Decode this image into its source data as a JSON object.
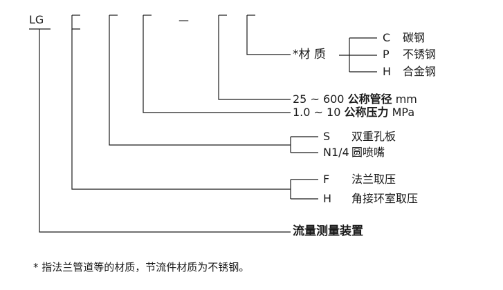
{
  "code": {
    "prefix": "LG",
    "dash": "—"
  },
  "material": {
    "label": "*材 质",
    "options": [
      {
        "code": "C",
        "name": "碳钢"
      },
      {
        "code": "P",
        "name": "不锈钢"
      },
      {
        "code": "H",
        "name": "合金钢"
      }
    ]
  },
  "diameter": {
    "range": "25 ~ 600",
    "label": "公称管径",
    "unit": "mm"
  },
  "pressure": {
    "range": "1.0 ~ 10",
    "label": "公称压力",
    "unit": "MPa"
  },
  "type": {
    "options": [
      {
        "code": "S",
        "name": "双重孔板"
      },
      {
        "code": "N1/4",
        "name": "圆喷嘴"
      }
    ]
  },
  "tapping": {
    "options": [
      {
        "code": "F",
        "name": "法兰取压"
      },
      {
        "code": "H",
        "name": "角接环室取压"
      }
    ]
  },
  "device": {
    "label": "流量测量装置"
  },
  "footnote": "* 指法兰管道等的材质，节流件材质为不锈钢。",
  "colors": {
    "ink": "#1a1a1a",
    "background": "#ffffff"
  }
}
